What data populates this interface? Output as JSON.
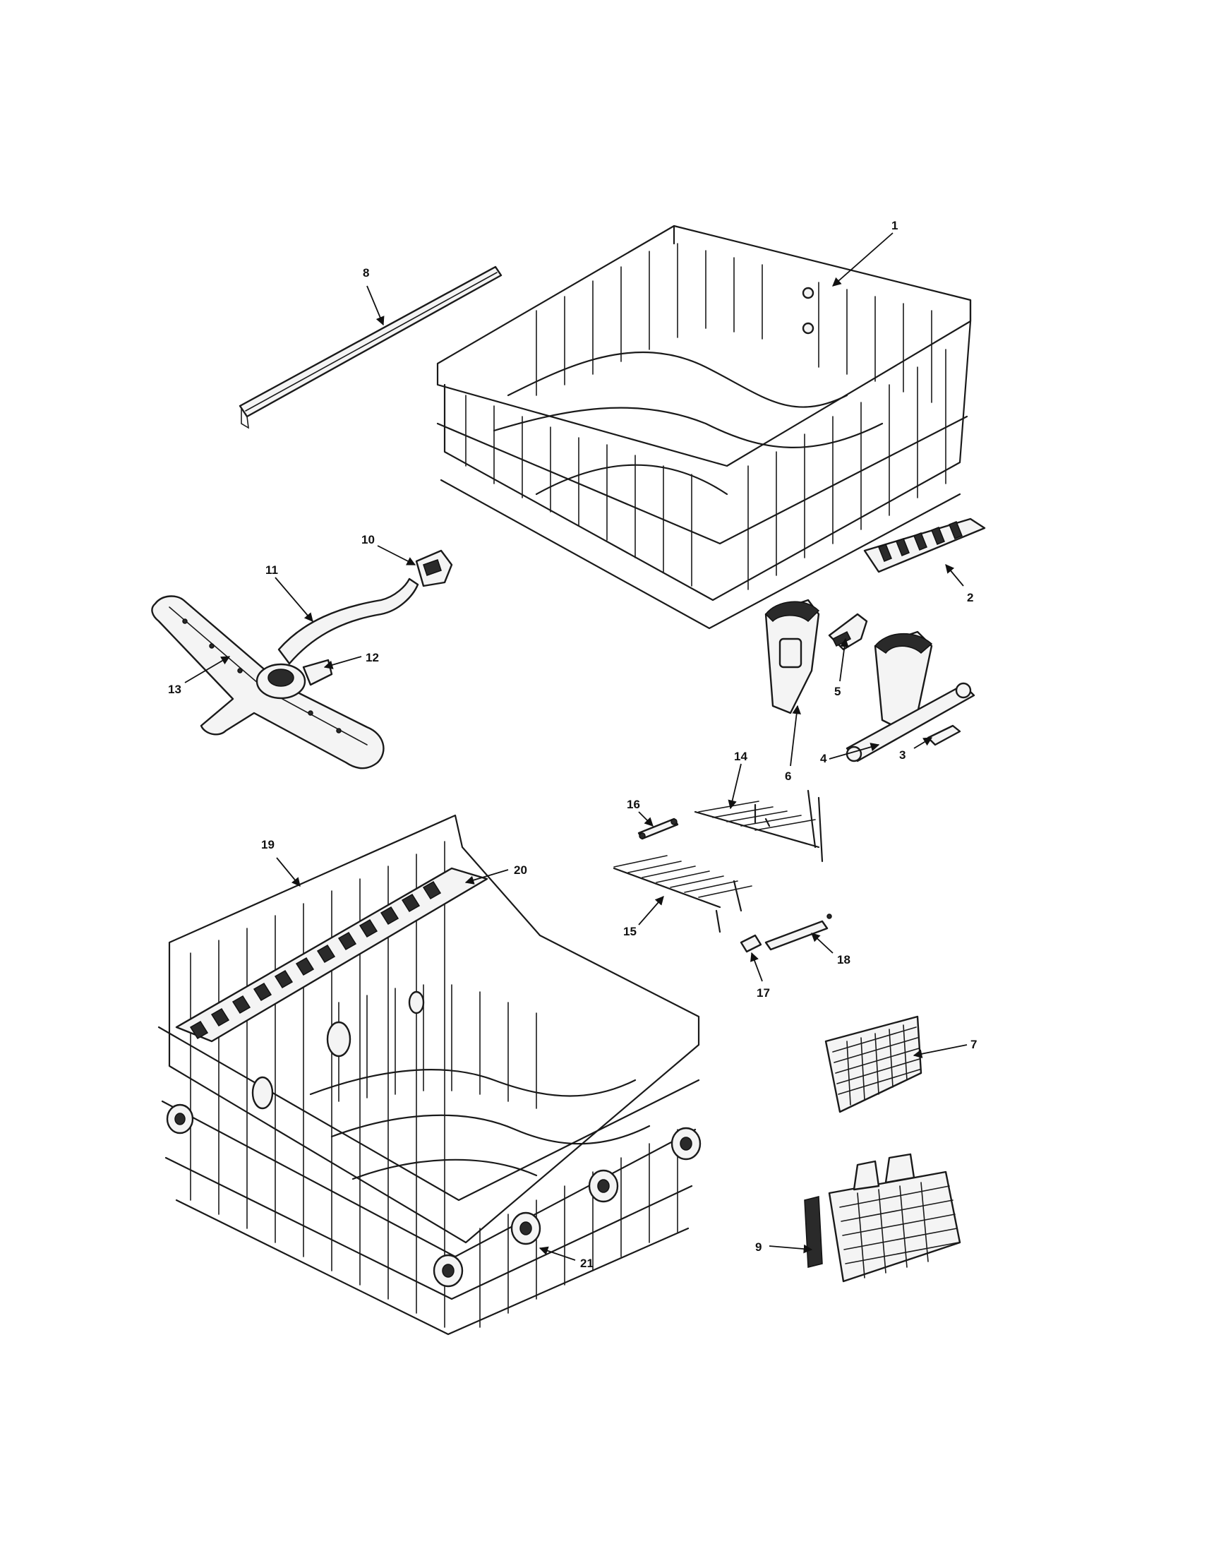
{
  "callouts": {
    "c1": "1",
    "c2": "2",
    "c3": "3",
    "c4": "4",
    "c5": "5",
    "c6": "6",
    "c7": "7",
    "c8": "8",
    "c9": "9",
    "c10": "10",
    "c11": "11",
    "c12": "12",
    "c13": "13",
    "c14": "14",
    "c15": "15",
    "c16": "16",
    "c17": "17",
    "c18": "18",
    "c19": "19",
    "c20": "20",
    "c21": "21"
  },
  "colors": {
    "ink": "#1a1a1a",
    "background": "#ffffff"
  }
}
